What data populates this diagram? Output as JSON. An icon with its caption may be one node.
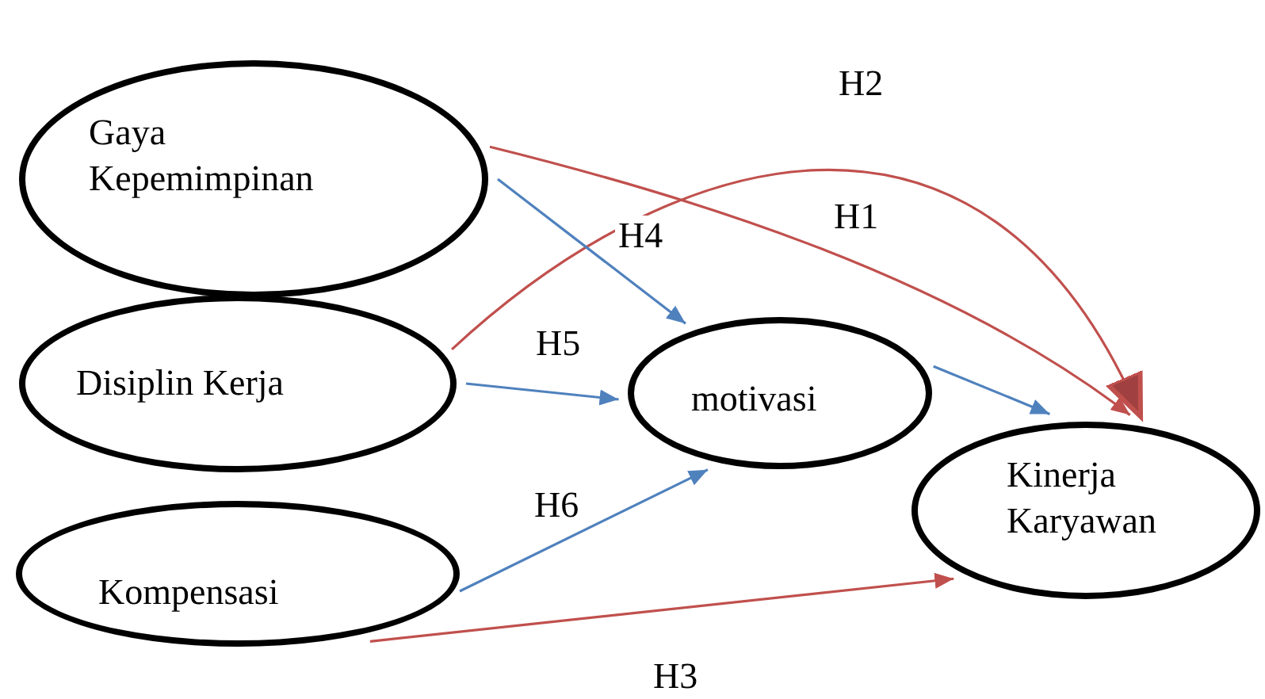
{
  "diagram": {
    "nodes": [
      {
        "text": [
          "Gaya Kepemimpinan"
        ]
      },
      {
        "text": [
          "Disiplin Kerja"
        ]
      },
      {
        "text": [
          "Kompensasi"
        ]
      },
      {
        "text": [
          "motivasi"
        ]
      },
      {
        "text": [
          "Kinerja Karyawan"
        ]
      }
    ],
    "edges": [
      {
        "from": 0,
        "to": 4,
        "arrow": "to",
        "label": "H1",
        "color": "#c0504d"
      },
      {
        "from": 1,
        "to": 4,
        "arrow": "to",
        "label": "H2",
        "color": "#c0504d"
      },
      {
        "from": 2,
        "to": 4,
        "arrow": "to",
        "label": "H3",
        "color": "#c0504d"
      },
      {
        "from": 0,
        "to": 3,
        "arrow": "to",
        "label": "H4"
      },
      {
        "from": 1,
        "to": 3,
        "arrow": "to",
        "label": "H5"
      },
      {
        "from": 2,
        "to": 3,
        "arrow": "to",
        "label": "H6"
      },
      {
        "from": 3,
        "to": 4,
        "arrow": "to"
      }
    ]
  }
}
